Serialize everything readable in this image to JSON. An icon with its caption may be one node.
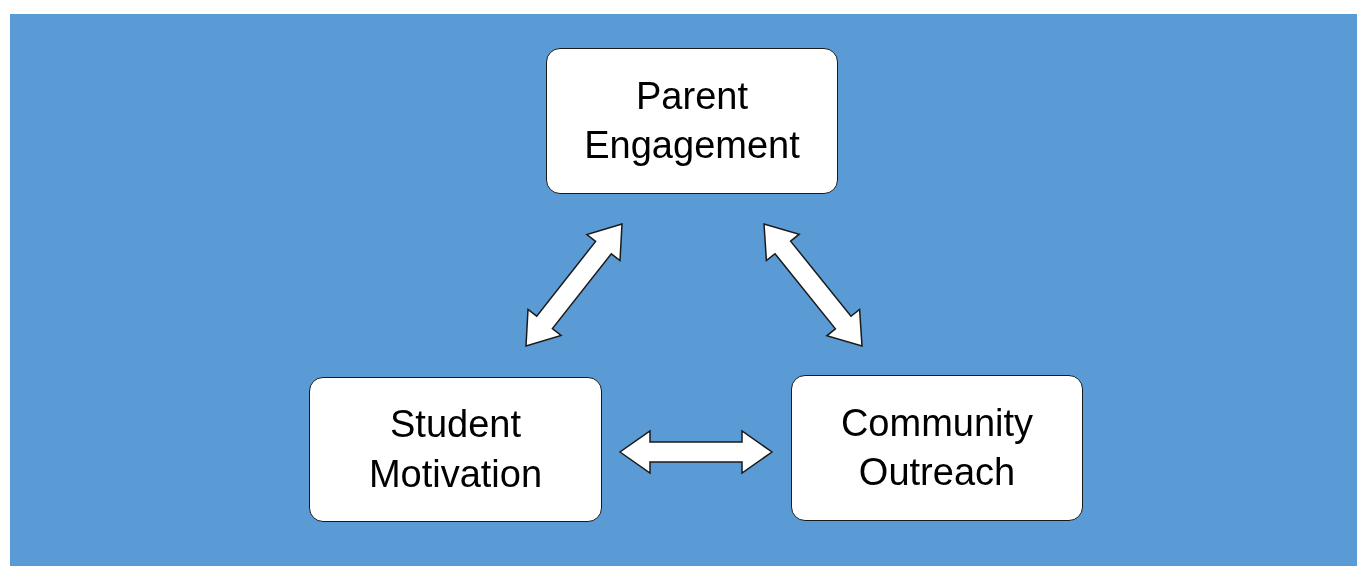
{
  "diagram": {
    "nodes": [
      {
        "text": [
          "Parent Engagement"
        ]
      },
      {
        "text": [
          "Student Motivation"
        ]
      },
      {
        "text": [
          "Community Outreach"
        ]
      }
    ],
    "edges": [
      {
        "from": 0,
        "to": 1,
        "arrow": "both"
      },
      {
        "from": 0,
        "to": 2,
        "arrow": "both"
      },
      {
        "from": 1,
        "to": 2,
        "arrow": "both"
      }
    ]
  }
}
